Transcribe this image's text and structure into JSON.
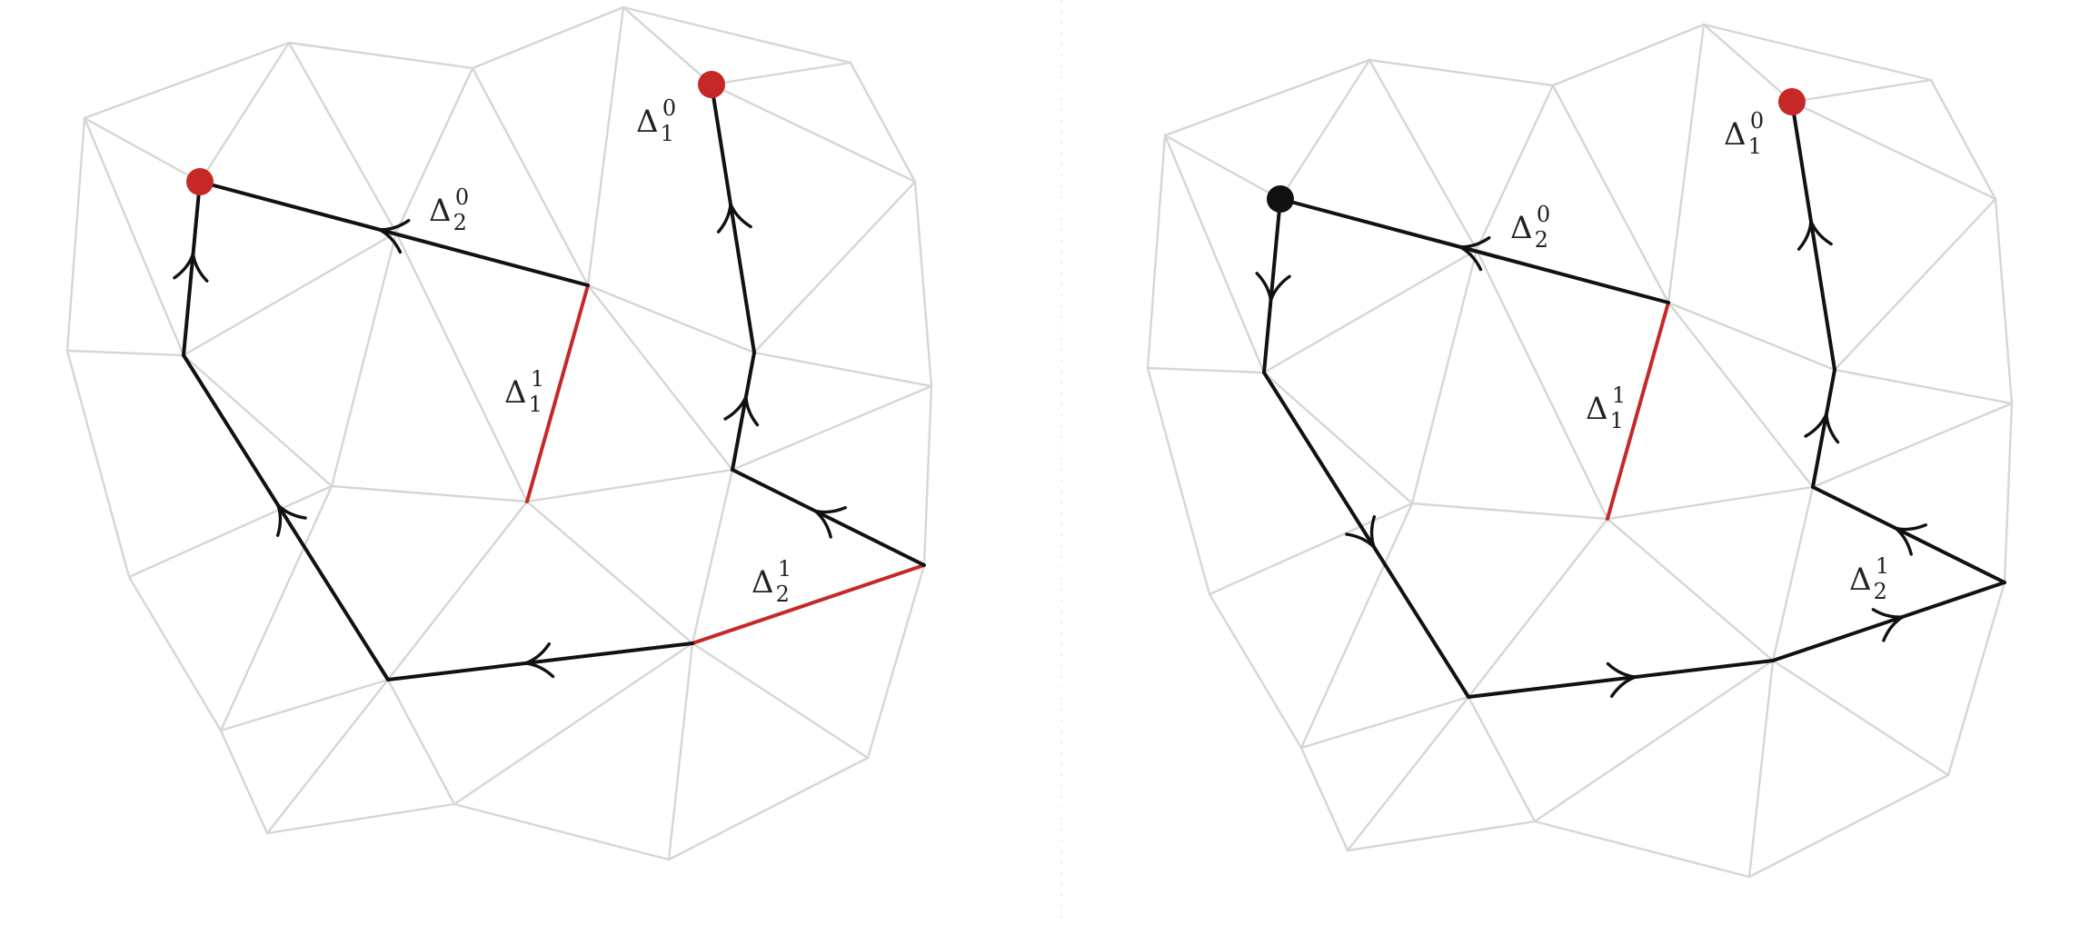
{
  "diagrams": [
    {
      "labels": {
        "vertex_1": {
          "symbol": "Δ",
          "subscript": "1",
          "superscript": "0"
        },
        "vertex_2": {
          "symbol": "Δ",
          "subscript": "2",
          "superscript": "0"
        },
        "edge_1": {
          "symbol": "Δ",
          "subscript": "1",
          "superscript": "1"
        },
        "edge_2": {
          "symbol": "Δ",
          "subscript": "2",
          "superscript": "1"
        }
      }
    },
    {
      "labels": {
        "vertex_1": {
          "symbol": "Δ",
          "subscript": "1",
          "superscript": "0"
        },
        "vertex_2": {
          "symbol": "Δ",
          "subscript": "2",
          "superscript": "0"
        },
        "edge_1": {
          "symbol": "Δ",
          "subscript": "1",
          "superscript": "1"
        },
        "edge_2": {
          "symbol": "Δ",
          "subscript": "2",
          "superscript": "1"
        }
      }
    }
  ],
  "colors": {
    "mesh": "#d6d6d6",
    "path": "#111111",
    "highlight": "#c62828",
    "vertex_black": "#111111"
  }
}
